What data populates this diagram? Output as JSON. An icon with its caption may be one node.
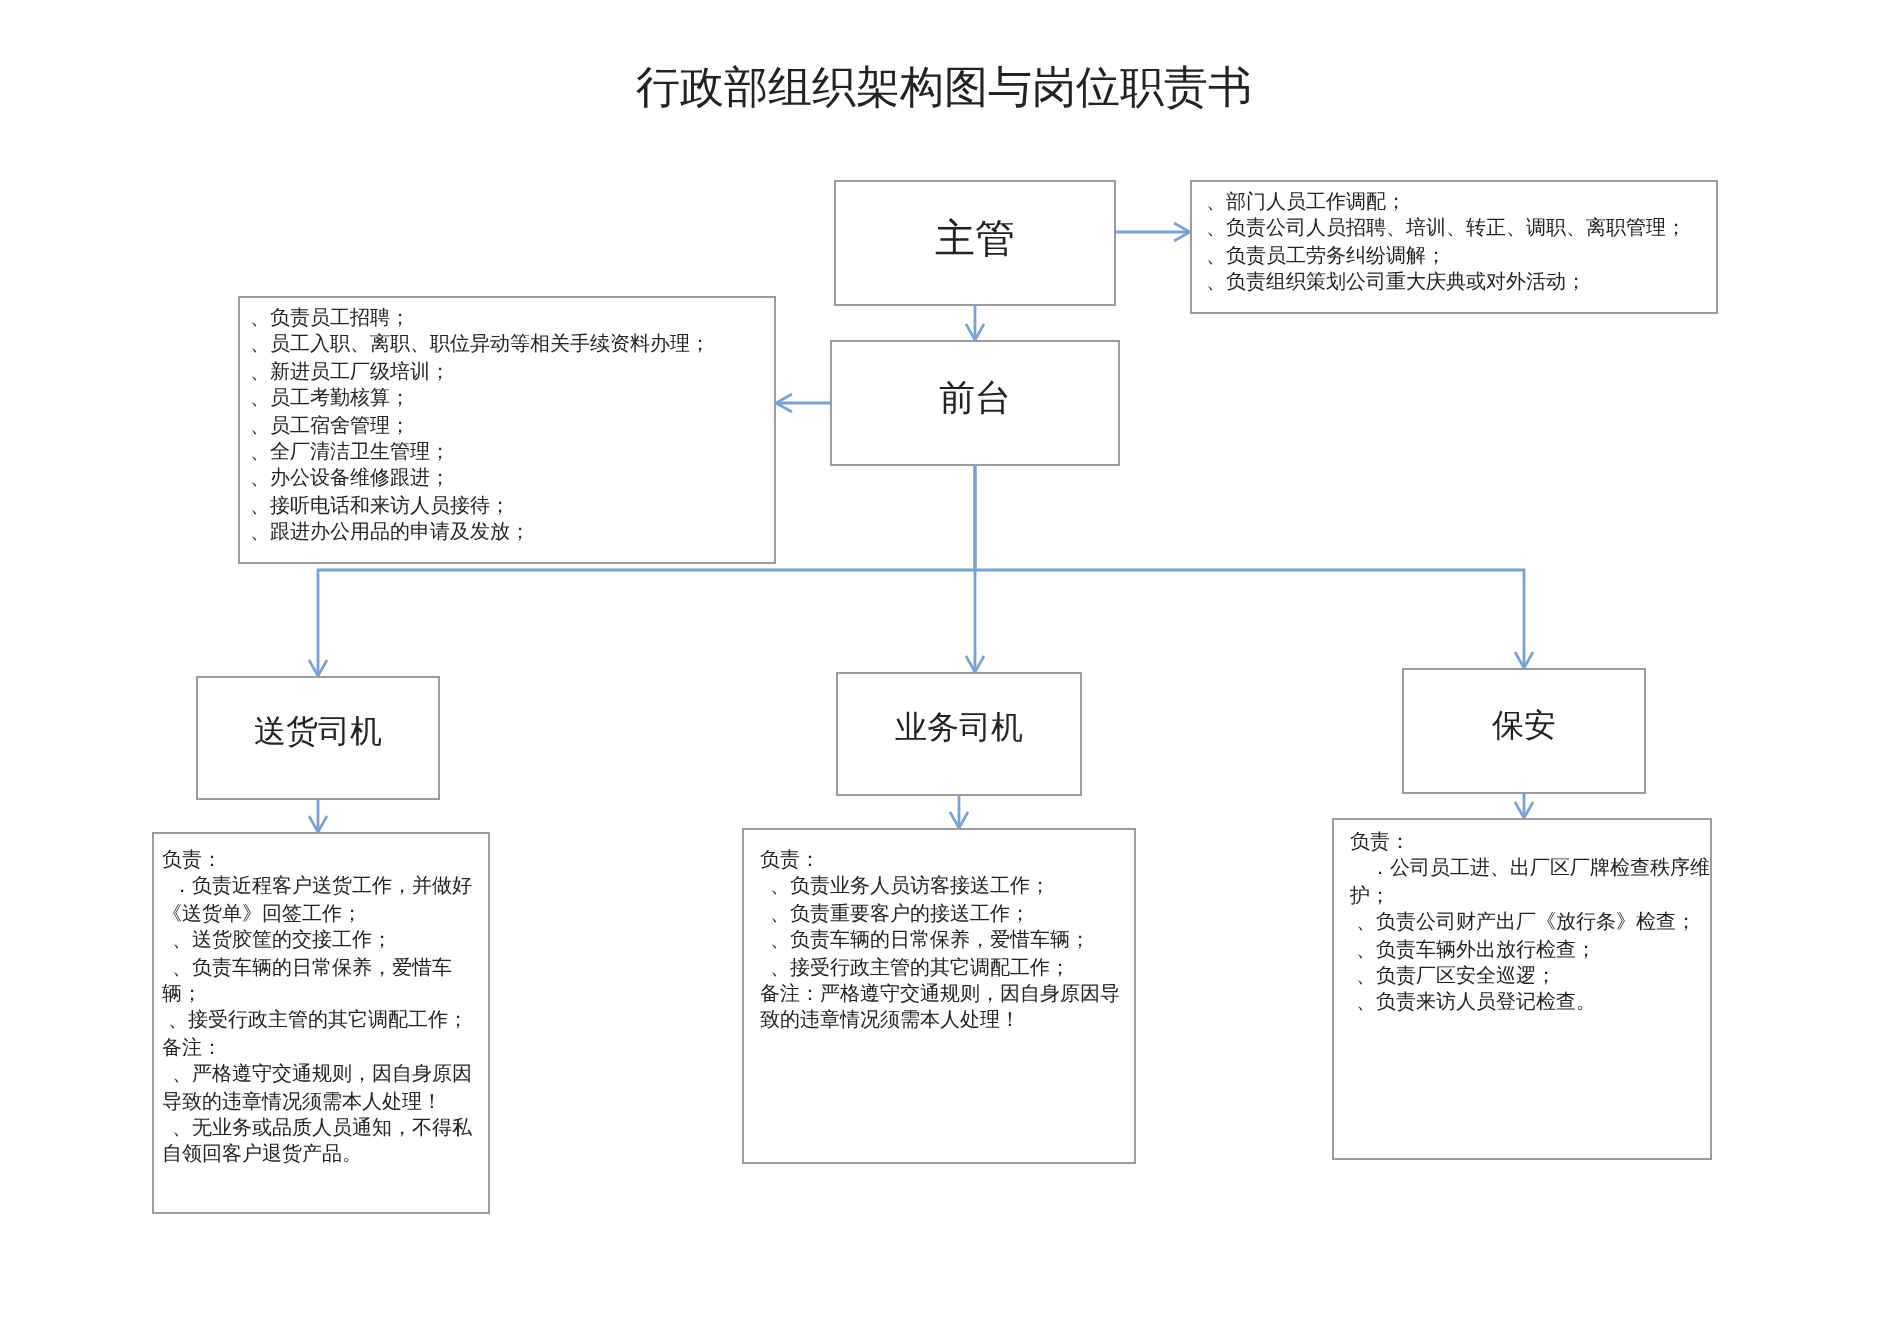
{
  "diagram": {
    "title": "行政部组织架构图与岗位职责书",
    "nodes": [
      {
        "text": [
          "主管"
        ]
      },
      {
        "text": [
          "、部门人员工作调配；",
          "、负责公司人员招聘、培训、转正、调职、离职管理；",
          "、负责员工劳务纠纷调解；",
          "、负责组织策划公司重大庆典或对外活动；"
        ]
      },
      {
        "text": [
          "前台"
        ]
      },
      {
        "text": [
          "、负责员工招聘；",
          "、员工入职、离职、职位异动等相关手续资料办理；",
          "、新进员工厂级培训；",
          "、员工考勤核算；",
          "、员工宿舍管理；",
          "、全厂清洁卫生管理；",
          "、办公设备维修跟进；",
          "、接听电话和来访人员接待；",
          "、跟进办公用品的申请及发放；"
        ]
      },
      {
        "text": [
          "送货司机"
        ]
      },
      {
        "text": [
          "业务司机"
        ]
      },
      {
        "text": [
          "保安"
        ]
      },
      {
        "text": [
          "负责：",
          "．负责近程客户送货工作，并做好《送货单》回签工作；",
          "、送货胶筐的交接工作；",
          "、负责车辆的日常保养，爱惜车辆；",
          "、接受行政主管的其它调配工作；",
          "备注：",
          "、严格遵守交通规则，因自身原因导致的违章情况须需本人处理！",
          "、无业务或品质人员通知，不得私自领回客户退货产品。"
        ]
      },
      {
        "text": [
          "负责：",
          "、负责业务人员访客接送工作；",
          "、负责重要客户的接送工作；",
          "、负责车辆的日常保养，爱惜车辆；",
          "、接受行政主管的其它调配工作；",
          "备注：严格遵守交通规则，因自身原因导致的违章情况须需本人处理！"
        ]
      },
      {
        "text": [
          "负责：",
          "．公司员工进、出厂区厂牌检查秩序维护；",
          "、负责公司财产出厂《放行条》检查；",
          "、负责车辆外出放行检查；",
          "、负责厂区安全巡逻；",
          "、负责来访人员登记检查。"
        ]
      }
    ],
    "edges": [
      {
        "from": 0,
        "to": 1,
        "arrow": "to"
      },
      {
        "from": 0,
        "to": 2,
        "arrow": "to"
      },
      {
        "from": 2,
        "to": 3,
        "arrow": "to"
      },
      {
        "from": 2,
        "to": 4,
        "arrow": "to"
      },
      {
        "from": 2,
        "to": 5,
        "arrow": "to"
      },
      {
        "from": 2,
        "to": 6,
        "arrow": "to"
      },
      {
        "from": 4,
        "to": 7,
        "arrow": "to"
      },
      {
        "from": 5,
        "to": 8,
        "arrow": "to"
      },
      {
        "from": 6,
        "to": 9,
        "arrow": "to"
      }
    ]
  }
}
